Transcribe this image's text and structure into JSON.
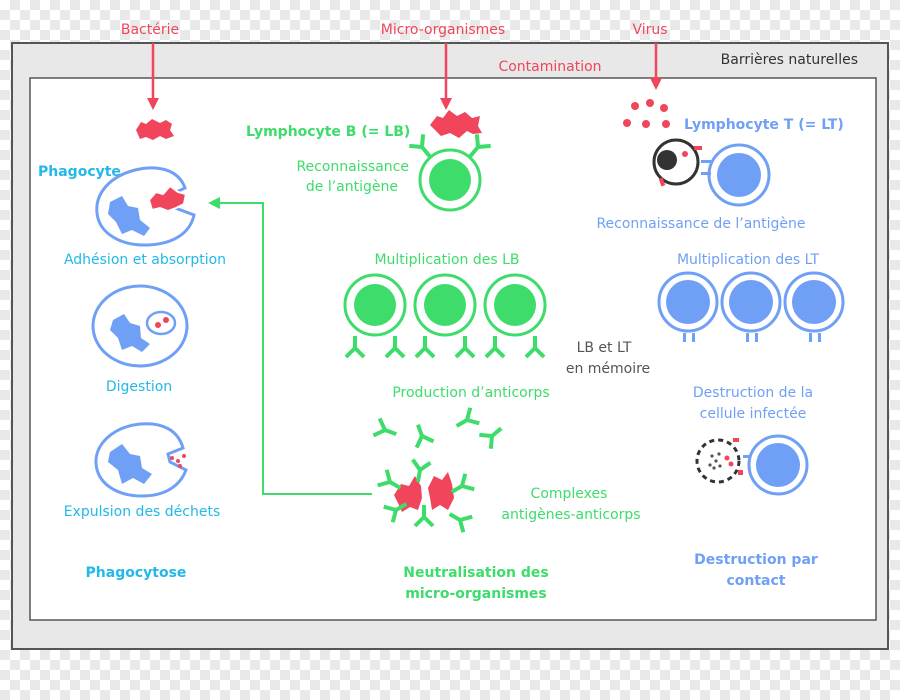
{
  "top_labels": {
    "bacterie": "Bactérie",
    "micro": "Micro-organismes",
    "virus": "Virus",
    "contamination": "Contamination",
    "barrieres": "Barrières naturelles"
  },
  "phagocytose": {
    "title": "Phagocytose",
    "phagocyte": "Phagocyte",
    "step1": "Adhésion et absorption",
    "step2": "Digestion",
    "step3": "Expulsion des déchets"
  },
  "lb": {
    "title": "Lymphocyte B (= LB)",
    "recon_l1": "Reconnaissance",
    "recon_l2": "de l’antigène",
    "mult": "Multiplication des LB",
    "prod": "Production d’anticorps",
    "complex_l1": "Complexes",
    "complex_l2": "antigènes-anticorps",
    "neutral_l1": "Neutralisation des",
    "neutral_l2": "micro-organismes"
  },
  "memoire": {
    "l1": "LB et LT",
    "l2": "en mémoire"
  },
  "lt": {
    "title": "Lymphocyte T (= LT)",
    "recon": "Reconnaissance de l’antigène",
    "mult": "Multiplication des LT",
    "destr_l1": "Destruction de la",
    "destr_l2": "cellule infectée",
    "contact_l1": "Destruction par",
    "contact_l2": "contact"
  },
  "colors": {
    "red": "#f0455a",
    "green": "#3ddc6b",
    "blue": "#6fa0f5",
    "cyan": "#22b8e8",
    "grey": "#555555",
    "dark": "#333333"
  }
}
